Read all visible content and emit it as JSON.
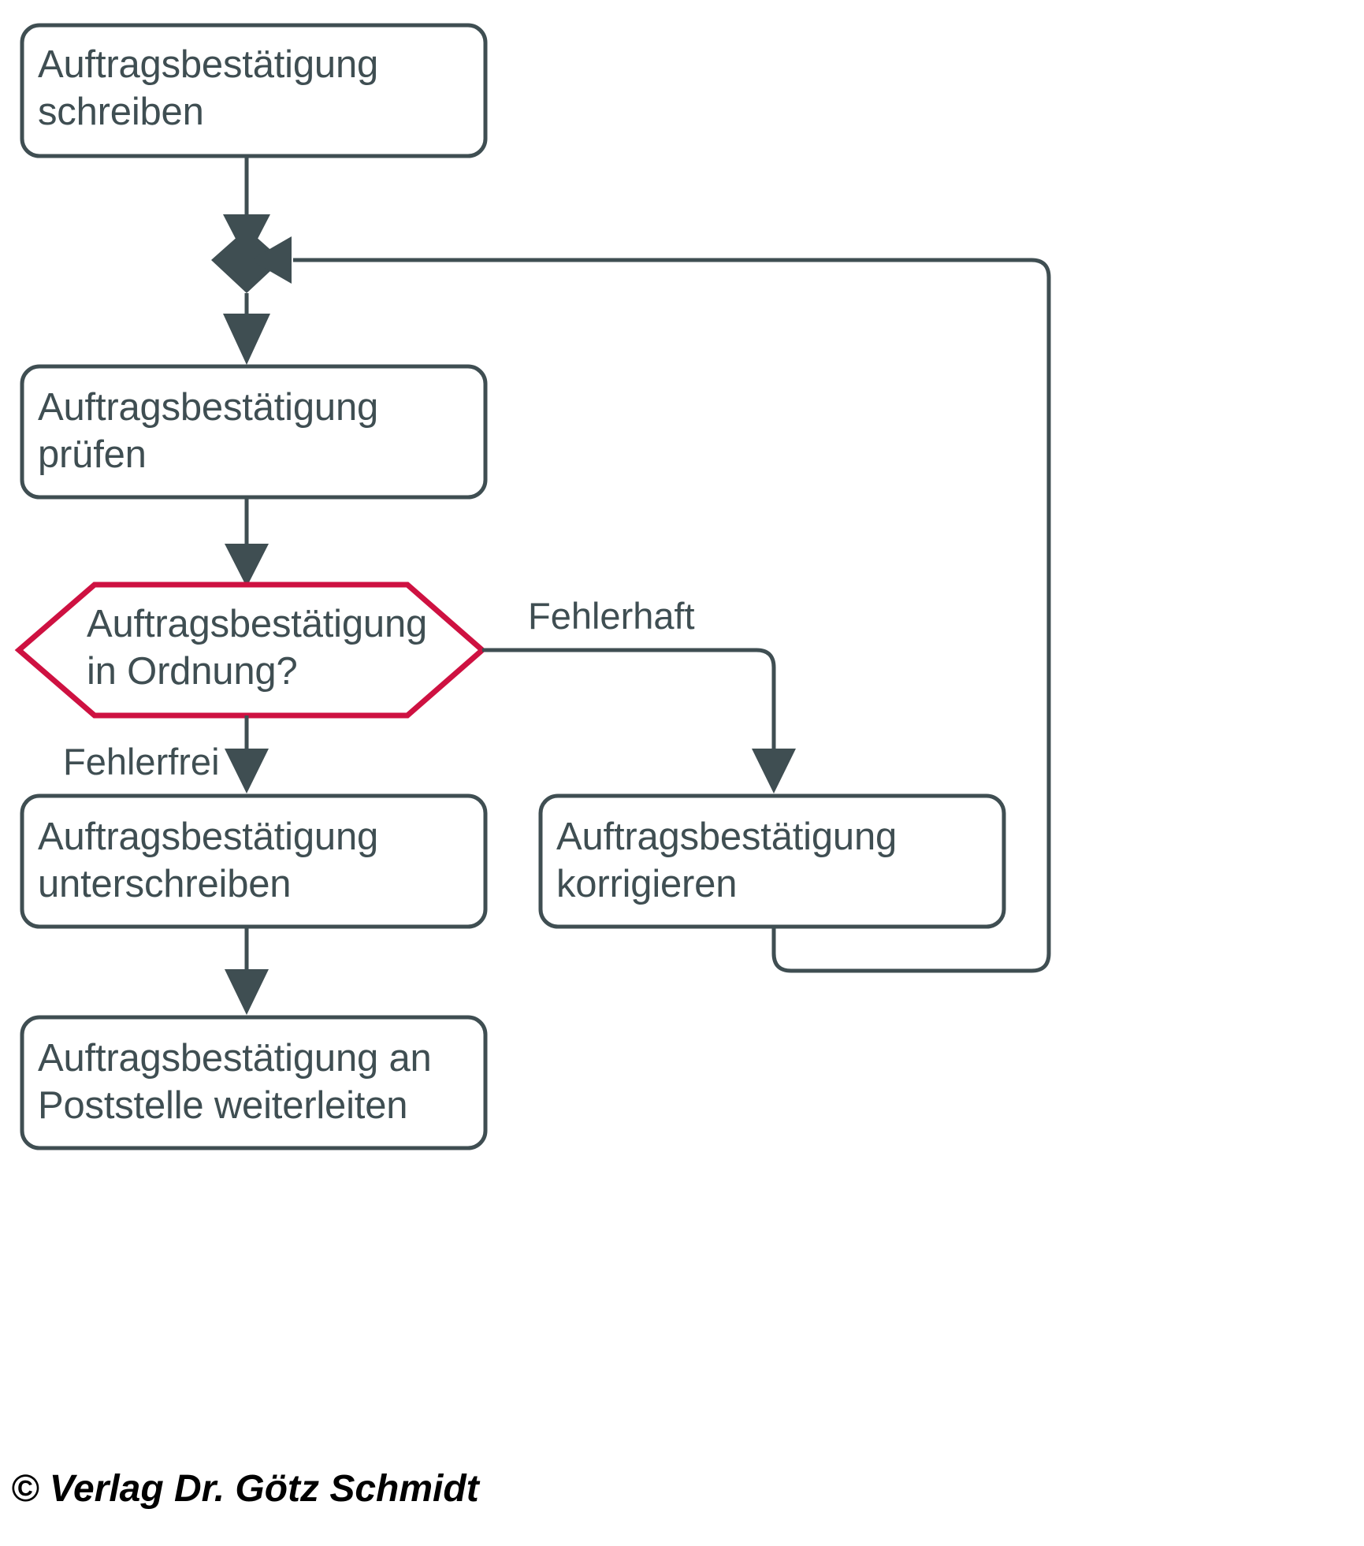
{
  "diagram": {
    "title": "Auftragsbestaetigung Prozess Flussdiagramm",
    "colors": {
      "stroke": "#3F4E52",
      "decision_stroke": "#CE1141",
      "text": "#3F4E52",
      "background": "#FFFFFF",
      "copyright_text": "#000000"
    },
    "nodes": [
      {
        "id": "write",
        "type": "process",
        "label": "Auftragsbestätigung\nschreiben"
      },
      {
        "id": "merge",
        "type": "merge-diamond",
        "label": ""
      },
      {
        "id": "check",
        "type": "process",
        "label": "Auftragsbestätigung\nprüfen"
      },
      {
        "id": "decision",
        "type": "decision-hexagon",
        "label": "Auftragsbestätigung\nin Ordnung?"
      },
      {
        "id": "sign",
        "type": "process",
        "label": "Auftragsbestätigung\nunterschreiben"
      },
      {
        "id": "correct",
        "type": "process",
        "label": "Auftragsbestätigung\nkorrigieren"
      },
      {
        "id": "forward",
        "type": "process",
        "label": "Auftragsbestätigung an\nPoststelle weiterleiten"
      }
    ],
    "edge_labels": [
      {
        "id": "faulty",
        "label": "Fehlerhaft"
      },
      {
        "id": "faultless",
        "label": "Fehlerfrei"
      }
    ],
    "footer": {
      "copyright": "© Verlag Dr. Götz Schmidt"
    }
  }
}
